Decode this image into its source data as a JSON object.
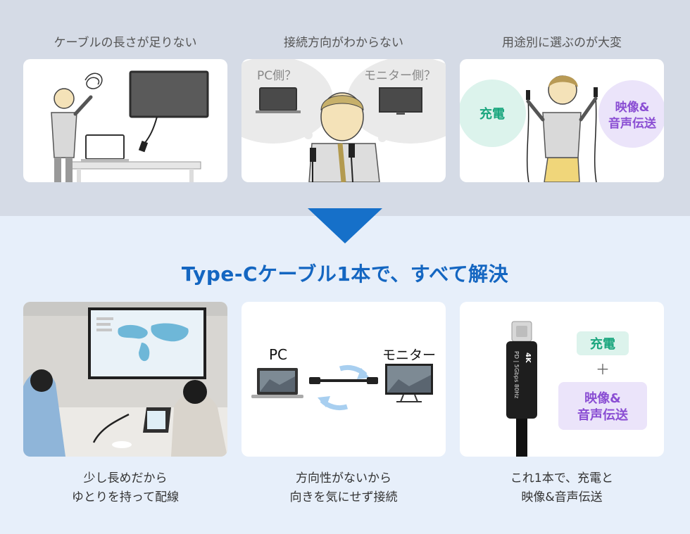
{
  "problems": [
    {
      "caption": "ケーブルの長さが足りない"
    },
    {
      "caption": "接続方向がわからない",
      "label_pc": "PC側？",
      "label_monitor": "モニター側？"
    },
    {
      "caption": "用途別に選ぶのが大変",
      "label_charge": "充電",
      "label_av_1": "映像&",
      "label_av_2": "音声伝送"
    }
  ],
  "headline": "Type-Cケーブル1本で、すべて解決",
  "solutions": [
    {
      "caption_1": "少し長めだから",
      "caption_2": "ゆとりを持って配線"
    },
    {
      "caption_1": "方向性がないから",
      "caption_2": "向きを気にせず接続",
      "label_pc": "PC",
      "label_monitor": "モニター"
    },
    {
      "caption_1": "これ1本で、充電と",
      "caption_2": "映像&音声伝送",
      "label_charge": "充電",
      "plus": "＋",
      "label_av_1": "映像&",
      "label_av_2": "音声伝送",
      "cable_print_1": "PD | 5Gbps 80Hz",
      "cable_print_2": "4K"
    }
  ],
  "colors": {
    "accent": "#1466c1",
    "arrow": "#1670c9",
    "charge_bg": "#dcf3ec",
    "charge_text": "#1aa67e",
    "av_bg": "#ebe4fa",
    "av_text": "#8a4ed3",
    "top_band": "#d5dbe6",
    "bottom_band": "#e7effa"
  }
}
